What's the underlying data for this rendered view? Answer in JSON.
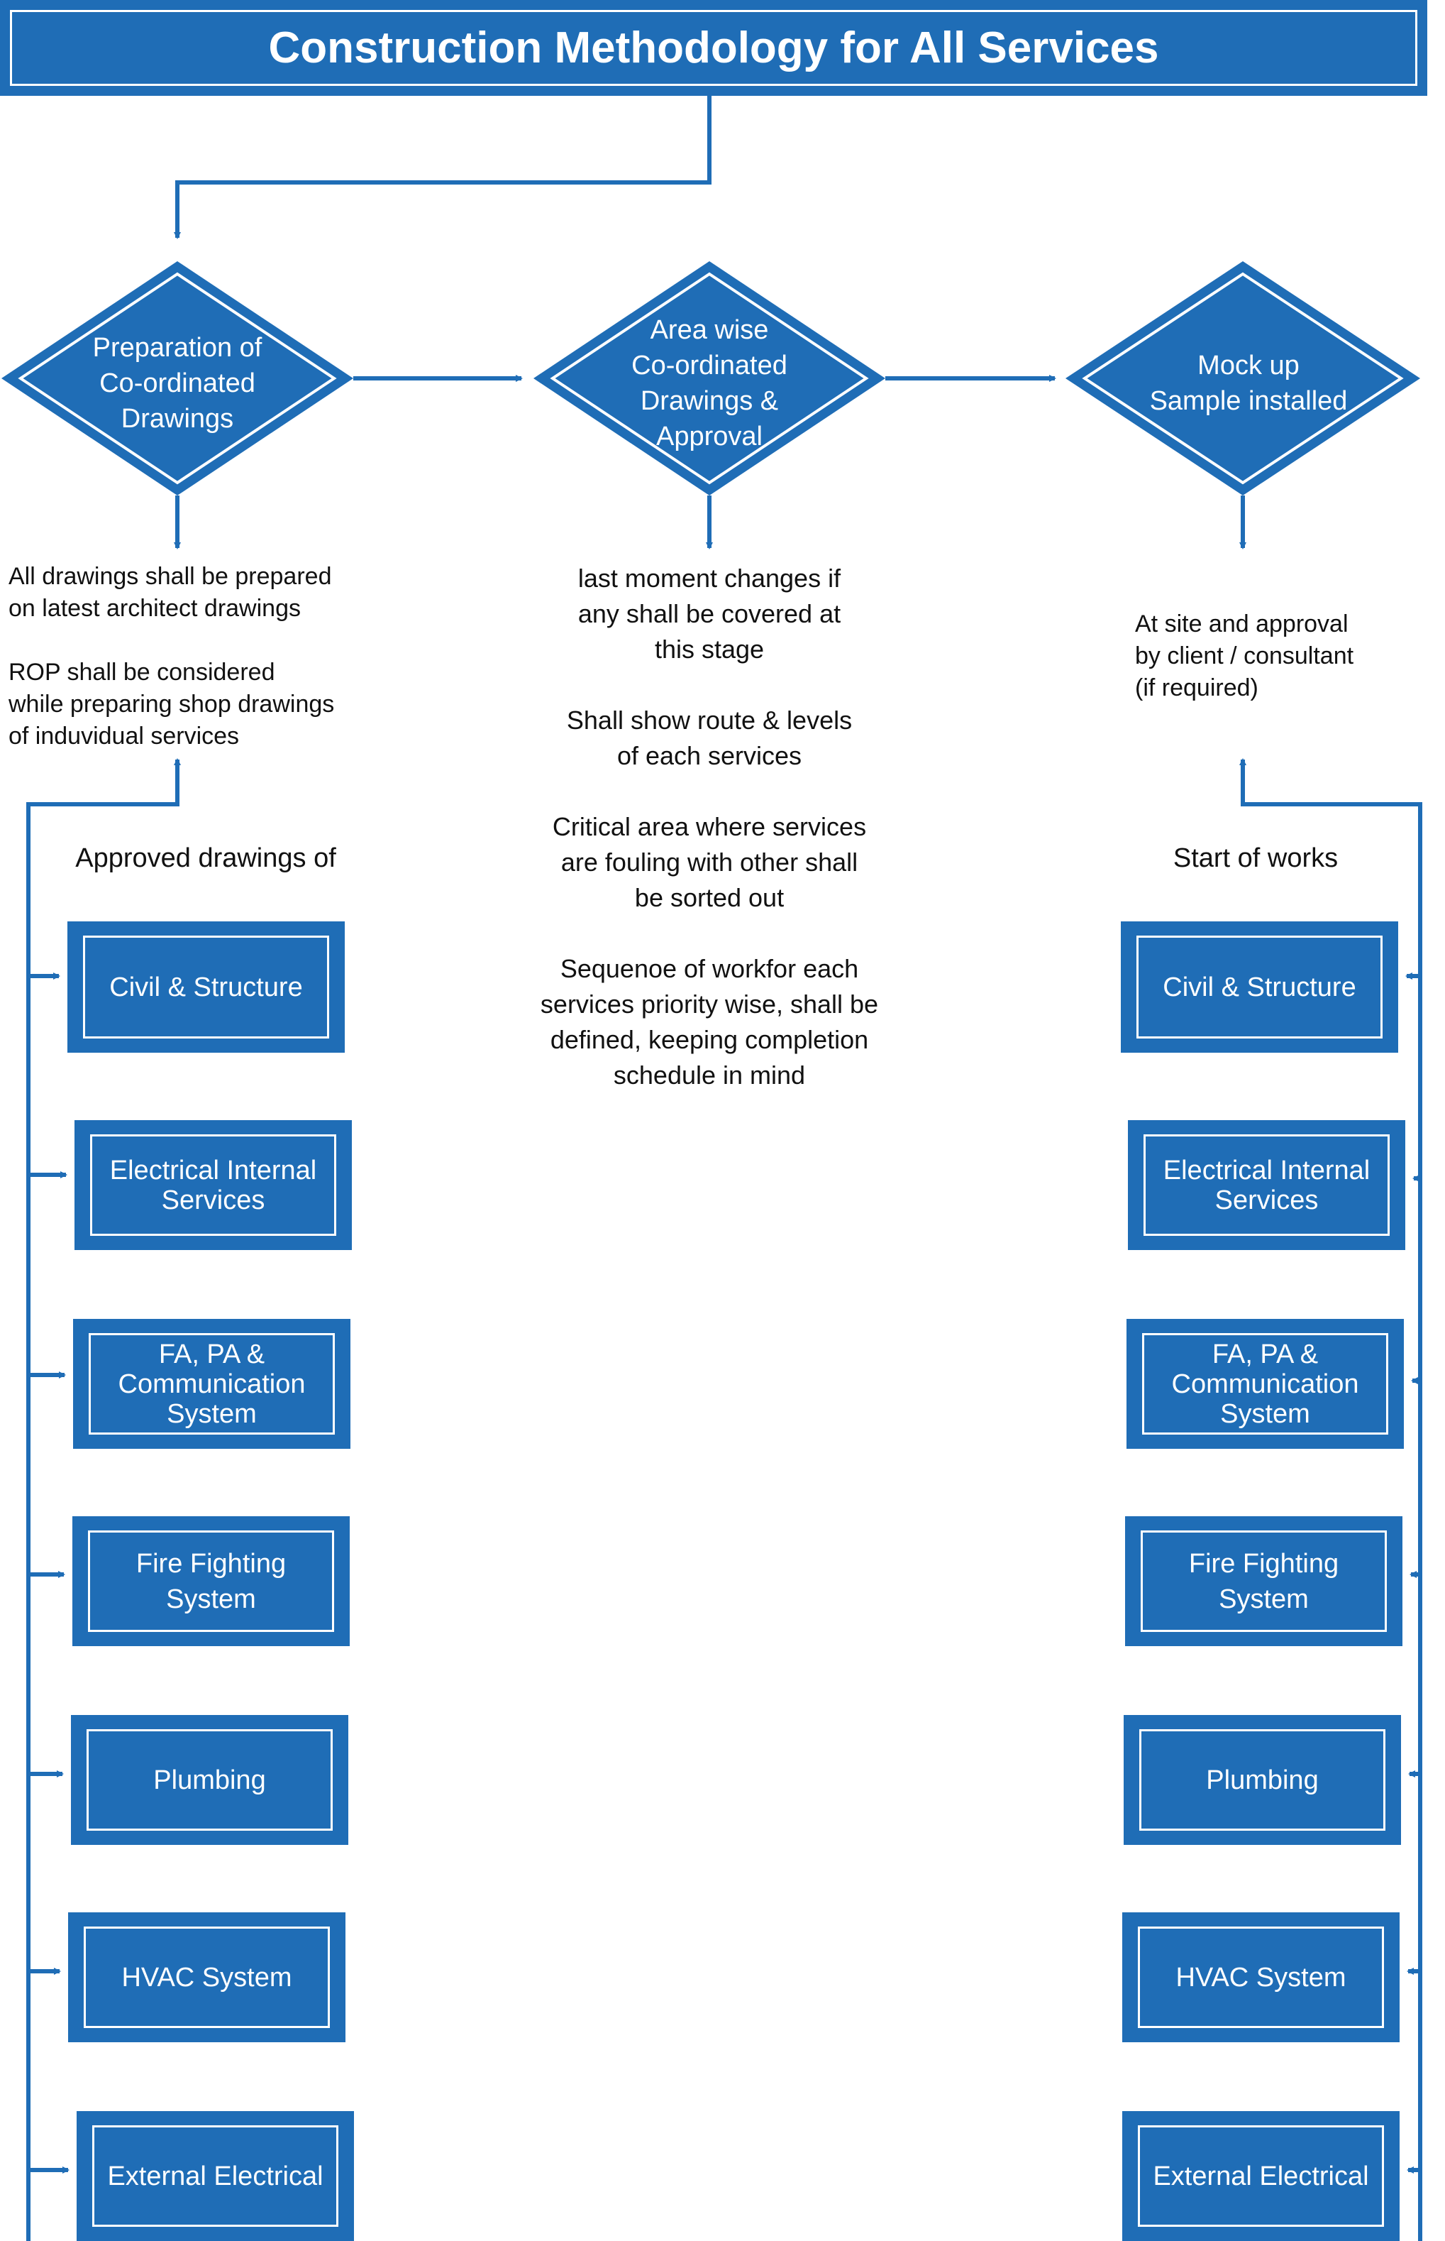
{
  "title": "Construction Methodology for All Services",
  "colors": {
    "primary": "#1f6db6",
    "text": "#111111",
    "background": "#ffffff"
  },
  "decisions": [
    {
      "label": "Preparation of\nCo-ordinated\nDrawings"
    },
    {
      "label": "Area wise\nCo-ordinated\nDrawings &\nApproval"
    },
    {
      "label": "Mock up\nSample installed"
    }
  ],
  "notes": {
    "left": "All drawings shall be prepared\non latest architect drawings\n\nROP shall be considered\nwhile preparing shop drawings\nof induvidual services",
    "center": "last moment changes if\nany shall be covered at\nthis stage\n\nShall show route & levels\nof each services\n\nCritical area where services\nare fouling with other shall\nbe sorted out\n\nSequenoe of workfor each\nservices priority wise, shall be\ndefined, keeping completion\nschedule in mind",
    "right": "At site and approval\nby client / consultant\n(if required)"
  },
  "left_column": {
    "heading": "Approved drawings of",
    "items": [
      "Civil & Structure",
      "Electrical Internal\nServices",
      "FA, PA &\nCommunication\nSystem",
      "Fire Fighting\nSystem",
      "Plumbing",
      "HVAC System",
      "External Electrical"
    ]
  },
  "right_column": {
    "heading": "Start of works",
    "items": [
      "Civil & Structure",
      "Electrical Internal\nServices",
      "FA, PA &\nCommunication\nSystem",
      "Fire Fighting\nSystem",
      "Plumbing",
      "HVAC System",
      "External Electrical"
    ]
  }
}
